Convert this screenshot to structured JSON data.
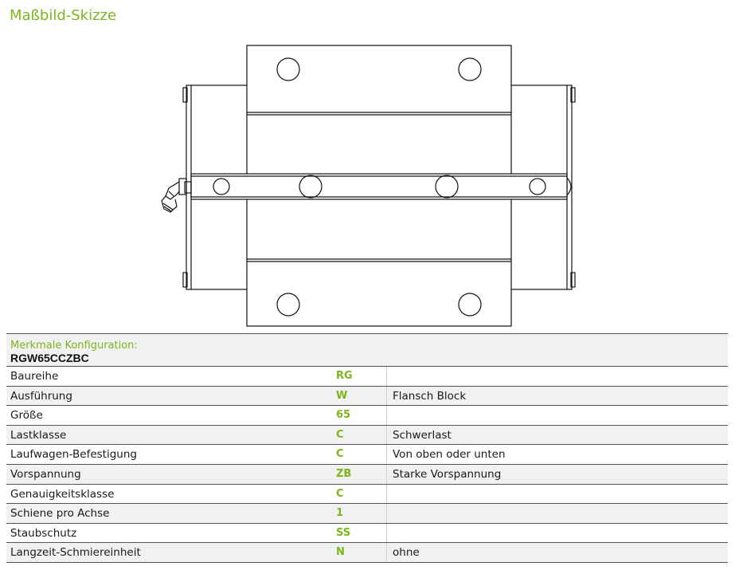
{
  "title": "Maßbild-Skizze",
  "config": {
    "label": "Merkmale Konfiguration:",
    "code": "RGW65CCZBC"
  },
  "rows": [
    {
      "name": "Baureihe",
      "code": "RG",
      "desc": ""
    },
    {
      "name": "Ausführung",
      "code": "W",
      "desc": "Flansch Block"
    },
    {
      "name": "Größe",
      "code": "65",
      "desc": ""
    },
    {
      "name": "Lastklasse",
      "code": "C",
      "desc": "Schwerlast"
    },
    {
      "name": "Laufwagen-Befestigung",
      "code": "C",
      "desc": "Von oben oder unten"
    },
    {
      "name": "Vorspannung",
      "code": "ZB",
      "desc": "Starke Vorspannung"
    },
    {
      "name": "Genauigkeitsklasse",
      "code": "C",
      "desc": ""
    },
    {
      "name": "Schiene pro Achse",
      "code": "1",
      "desc": ""
    },
    {
      "name": "Staubschutz",
      "code": "SS",
      "desc": ""
    },
    {
      "name": "Langzeit-Schmiereinheit",
      "code": "N",
      "desc": "ohne"
    }
  ],
  "colors": {
    "accent": "#7ab51d",
    "stripe": "#f1f1f1"
  }
}
